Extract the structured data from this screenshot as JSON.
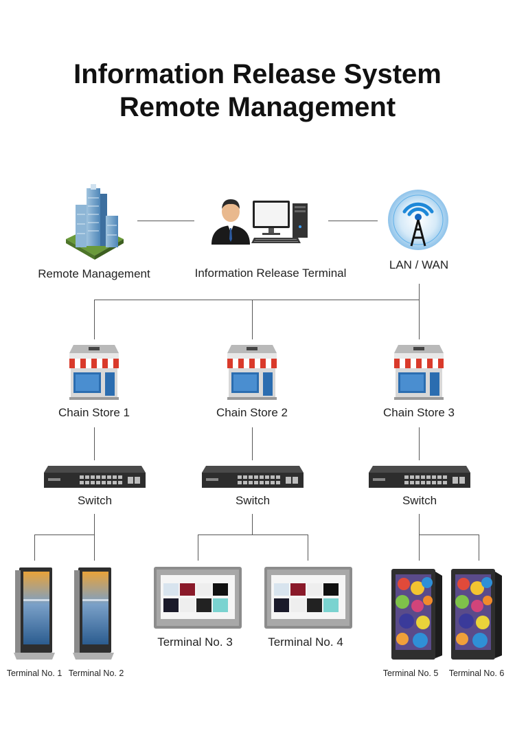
{
  "title": {
    "line1": "Information Release System",
    "line2": "Remote Management"
  },
  "top_nodes": [
    {
      "label": "Remote Management",
      "icon": "office-building-icon"
    },
    {
      "label": "Information Release Terminal",
      "icon": "operator-computer-icon"
    },
    {
      "label": "LAN / WAN",
      "icon": "wireless-antenna-icon"
    }
  ],
  "stores": [
    {
      "label": "Chain Store 1",
      "icon": "store-icon"
    },
    {
      "label": "Chain Store 2",
      "icon": "store-icon"
    },
    {
      "label": "Chain Store 3",
      "icon": "store-icon"
    }
  ],
  "switches": [
    {
      "label": "Switch",
      "icon": "network-switch-icon"
    },
    {
      "label": "Switch",
      "icon": "network-switch-icon"
    },
    {
      "label": "Switch",
      "icon": "network-switch-icon"
    }
  ],
  "terminals": [
    {
      "label": "Terminal No. 1",
      "icon": "standing-kiosk-icon"
    },
    {
      "label": "Terminal No. 2",
      "icon": "standing-kiosk-icon"
    },
    {
      "label": "Terminal No. 3",
      "icon": "wall-display-icon"
    },
    {
      "label": "Terminal No. 4",
      "icon": "wall-display-icon"
    },
    {
      "label": "Terminal No. 5",
      "icon": "outdoor-kiosk-icon"
    },
    {
      "label": "Terminal No. 6",
      "icon": "outdoor-kiosk-icon"
    }
  ]
}
